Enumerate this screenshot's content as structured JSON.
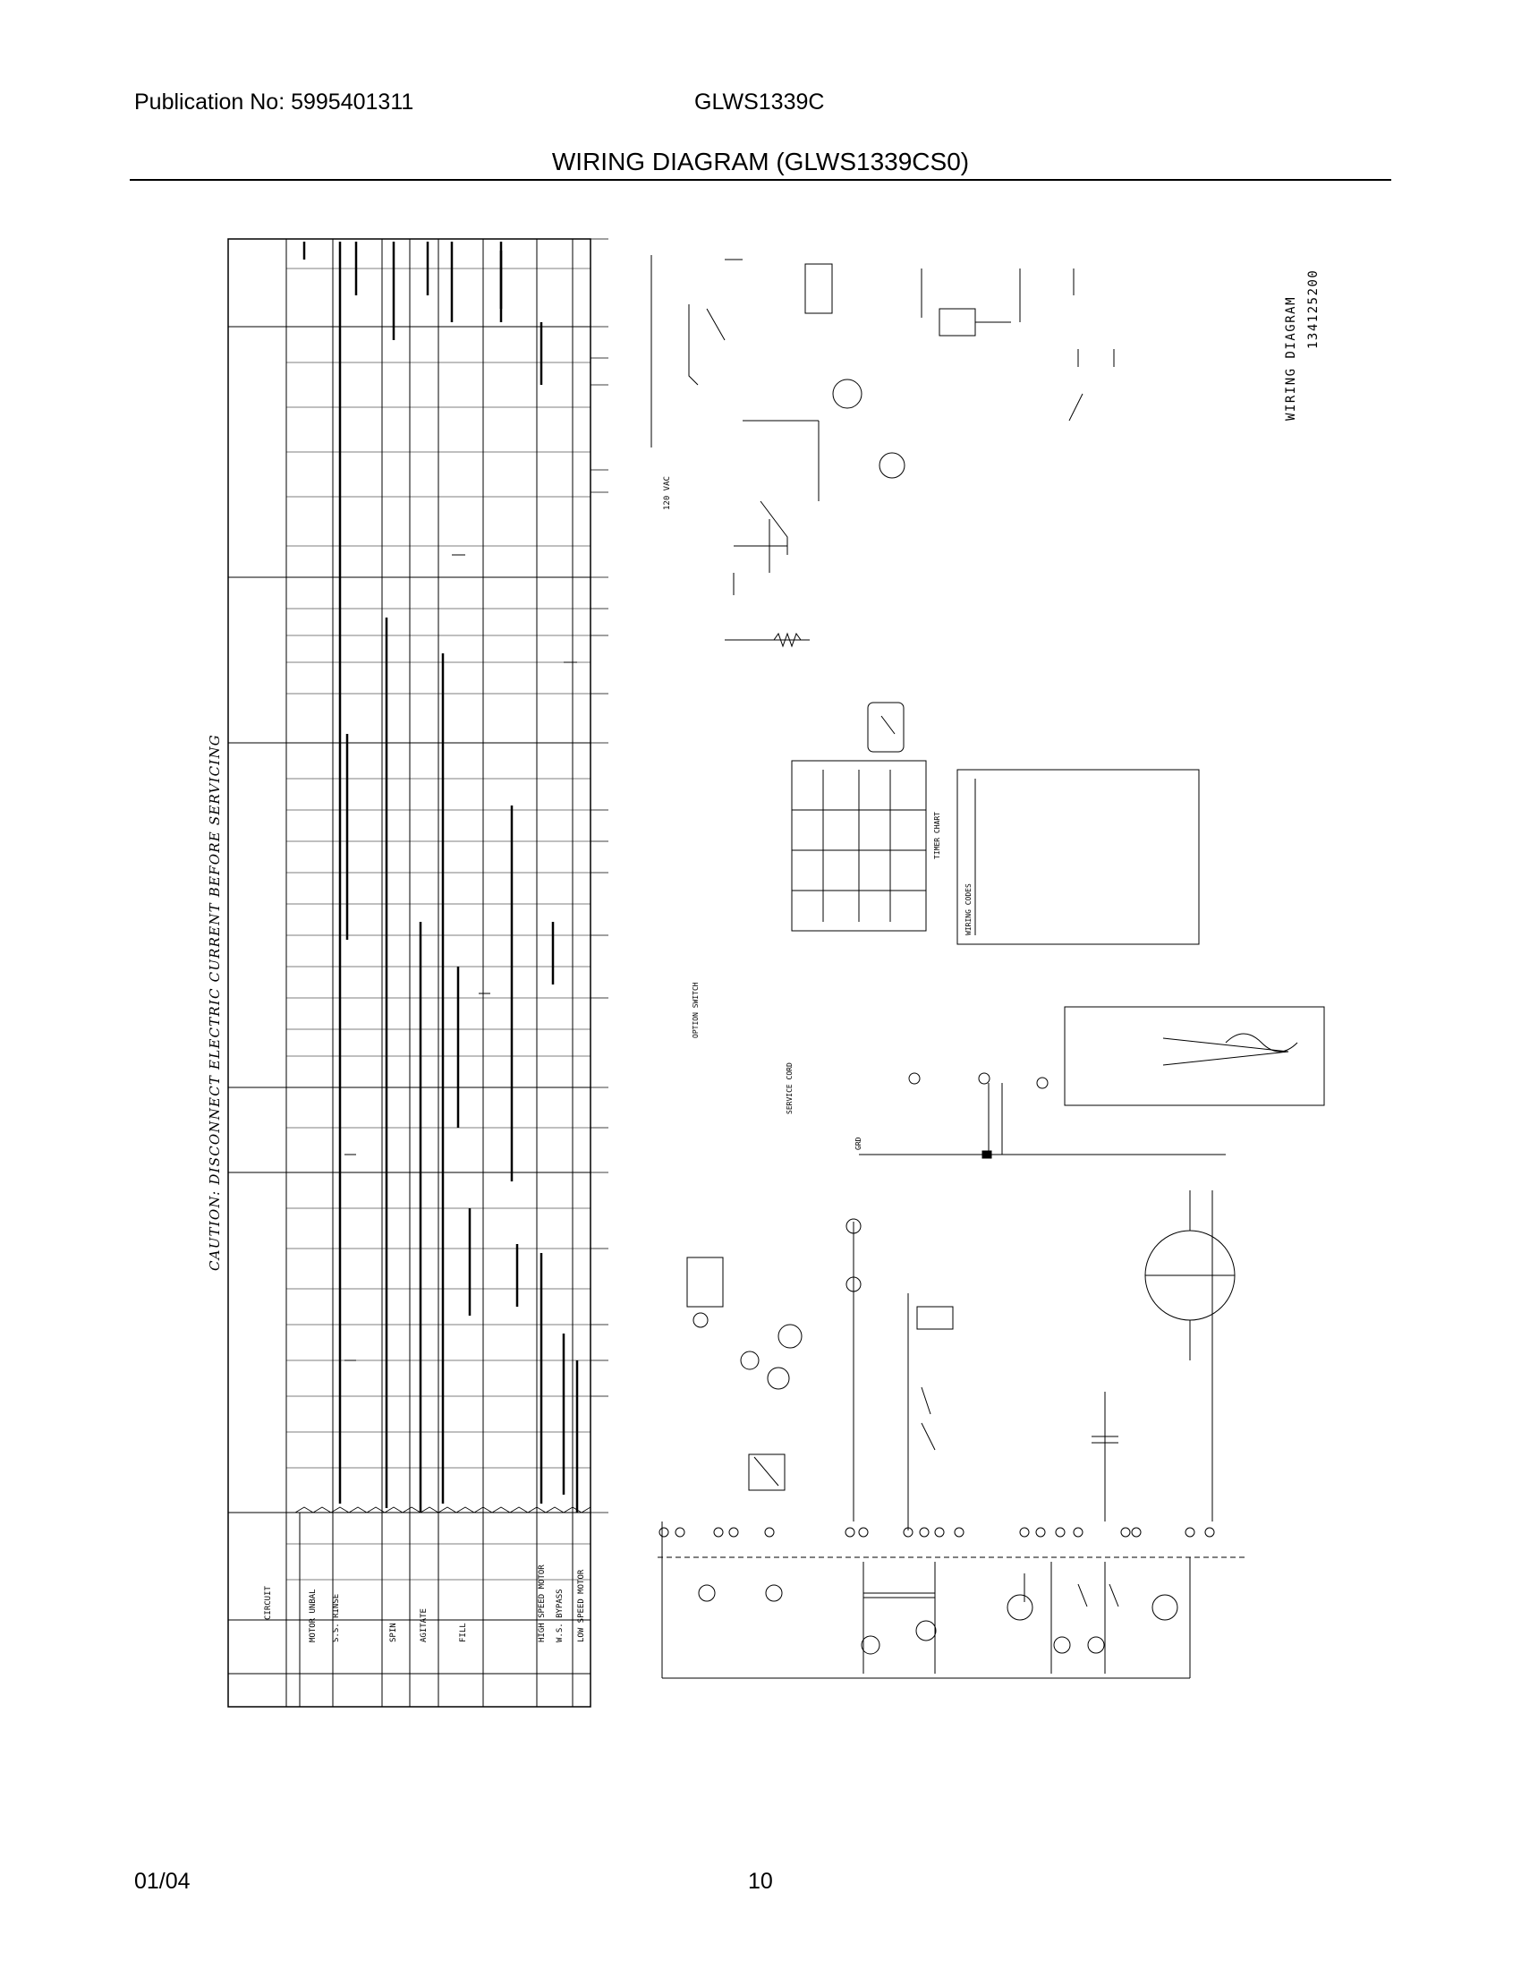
{
  "header": {
    "publication": "Publication No: 5995401311",
    "model": "GLWS1339C",
    "title": "WIRING DIAGRAM (GLWS1339CS0)"
  },
  "diagram": {
    "caution": "CAUTION: DISCONNECT ELECTRIC CURRENT BEFORE SERVICING",
    "heading": "WIRING DIAGRAM",
    "part_number": "134125200",
    "timer_chart_label": "TIMER CHART",
    "wiring_codes_label": "WIRING CODES",
    "voltage_label": "120 VAC",
    "option_switch": "OPTION SWITCH",
    "service_label": "SERVICE CORD",
    "ground_label": "GRD",
    "circuit_label": "CIRCUIT",
    "circuits": [
      "MOTOR UNBAL",
      "S.S. RINSE",
      "SPIN",
      "AGITATE",
      "FILL",
      "HIGH SPEED MOTOR",
      "W.S. BYPASS",
      "LOW SPEED MOTOR"
    ]
  },
  "footer": {
    "date": "01/04",
    "page": "10"
  }
}
